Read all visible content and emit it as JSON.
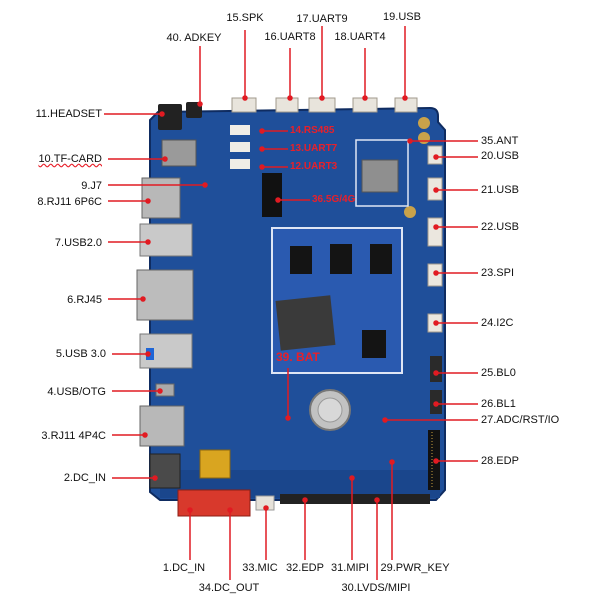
{
  "labels": {
    "l1": "1.DC_IN",
    "l2": "2.DC_IN",
    "l3": "3.RJ11 4P4C",
    "l4": "4.USB/OTG",
    "l5": "5.USB  3.0",
    "l6": "6.RJ45",
    "l7": "7.USB2.0",
    "l8": "8.RJ11 6P6C",
    "l9": "9.J7",
    "l10": "10.TF-CARD",
    "l11": "11.HEADSET",
    "l12": "12.UART3",
    "l13": "13.UART7",
    "l14": "14.RS485",
    "l15": "15.SPK",
    "l16": "16.UART8",
    "l17": "17.UART9",
    "l18": "18.UART4",
    "l19": "19.USB",
    "l20": "20.USB",
    "l21": "21.USB",
    "l22": "22.USB",
    "l23": "23.SPI",
    "l24": "24.I2C",
    "l25": "25.BL0",
    "l26": "26.BL1",
    "l27": "27.ADC/RST/IO",
    "l28": "28.EDP",
    "l29": "29.PWR_KEY",
    "l30": "30.LVDS/MIPI",
    "l31": "31.MIPI",
    "l32": "32.EDP",
    "l33": "33.MIC",
    "l34": "34.DC_OUT",
    "l35": "35.ANT",
    "l36": "36.5G/4G",
    "l39": "39. BAT",
    "l40": "40. ADKEY"
  },
  "colors": {
    "board": "#1f4f9a",
    "board_dark": "#16397a",
    "leader": "#e11b22",
    "label_text": "#111111",
    "red_text": "#e8202a"
  }
}
